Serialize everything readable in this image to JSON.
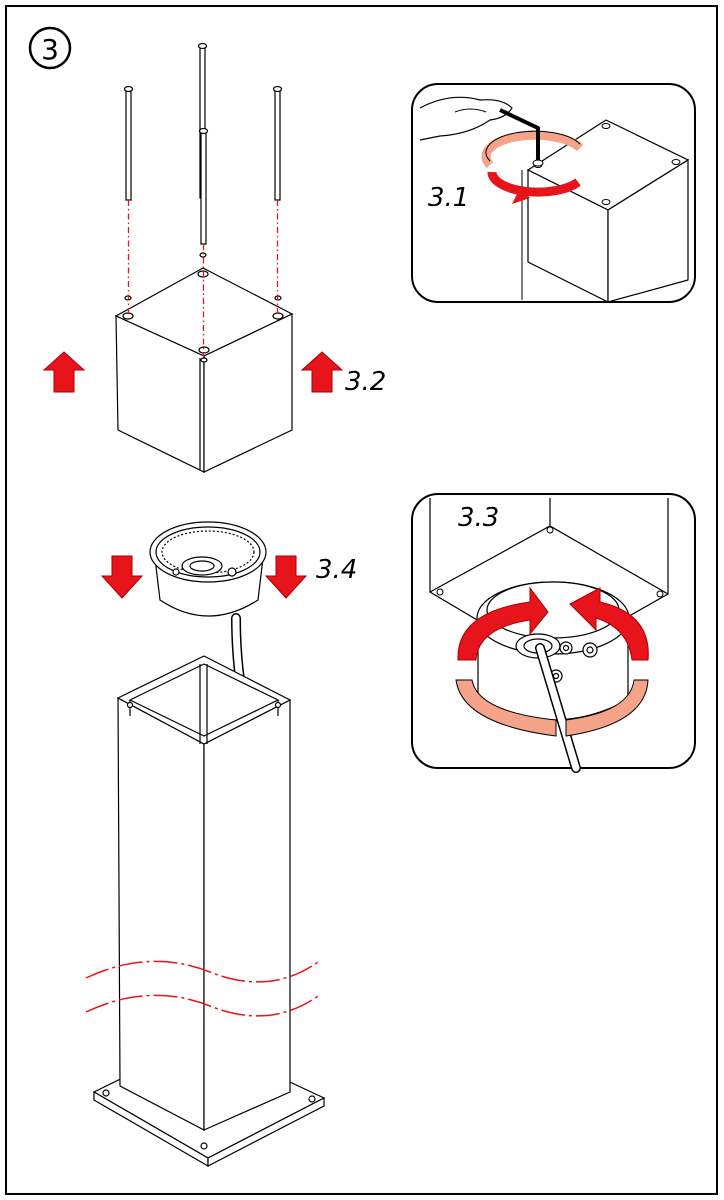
{
  "step": {
    "number": "3"
  },
  "panels": {
    "detail_1": {
      "label": "3.1"
    },
    "detail_3": {
      "label": "3.3"
    }
  },
  "callouts": {
    "lift": {
      "label": "3.2"
    },
    "lower": {
      "label": "3.4"
    }
  },
  "colors": {
    "arrow_red": "#e8141b",
    "ring_salmon": "#f5a48a",
    "dash_red": "#e8141b",
    "line": "#000000"
  }
}
